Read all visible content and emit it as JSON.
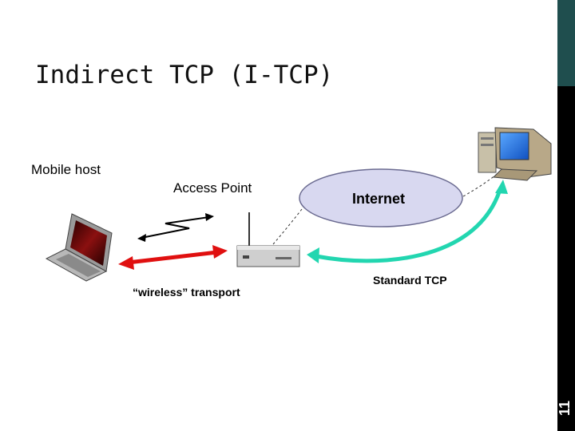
{
  "slide": {
    "title": "Indirect TCP (I-TCP)",
    "number": "11"
  },
  "diagram": {
    "labels": {
      "mobile_host": "Mobile host",
      "access_point": "Access Point",
      "internet": "Internet",
      "wireless_transport": "“wireless” transport",
      "standard_tcp": "Standard TCP"
    },
    "nodes": [
      {
        "name": "mobile-host",
        "kind": "laptop-icon"
      },
      {
        "name": "access-point",
        "kind": "router-icon"
      },
      {
        "name": "internet",
        "kind": "cloud-ellipse"
      },
      {
        "name": "fixed-host",
        "kind": "desktop-computer-icon"
      }
    ],
    "links": [
      {
        "from": "mobile-host",
        "to": "access-point",
        "kind": "wireless transport",
        "color": "#e01010"
      },
      {
        "from": "access-point",
        "to": "fixed-host",
        "kind": "standard TCP",
        "color": "#22d6b0"
      }
    ],
    "colors": {
      "wireless_arrow": "#e01010",
      "tcp_arrow": "#22d6b0",
      "internet_fill": "#d8d8f0",
      "sidebar": "#000000",
      "sidebar_accent": "#1f4e4e"
    }
  }
}
